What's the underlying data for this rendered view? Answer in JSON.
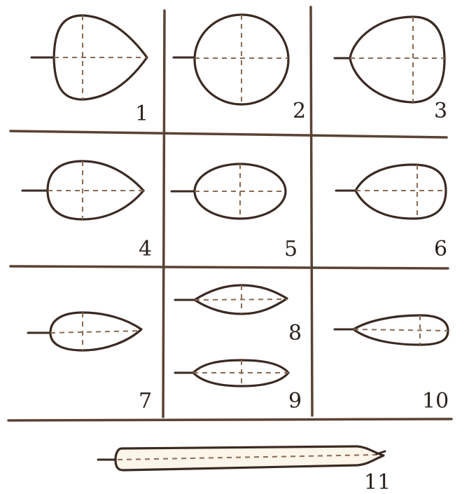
{
  "figure": {
    "shapes": [
      {
        "id": "shape-1",
        "label": "1"
      },
      {
        "id": "shape-2",
        "label": "2"
      },
      {
        "id": "shape-3",
        "label": "3"
      },
      {
        "id": "shape-4",
        "label": "4"
      },
      {
        "id": "shape-5",
        "label": "5"
      },
      {
        "id": "shape-6",
        "label": "6"
      },
      {
        "id": "shape-7",
        "label": "7"
      },
      {
        "id": "shape-8",
        "label": "8"
      },
      {
        "id": "shape-9",
        "label": "9"
      },
      {
        "id": "shape-10",
        "label": "10"
      },
      {
        "id": "shape-11",
        "label": "11"
      }
    ],
    "colors": {
      "outline": "#3a2a22",
      "grid": "#5a4334",
      "dashed_axis": "#8a6a52",
      "background": "#ffffff"
    }
  }
}
